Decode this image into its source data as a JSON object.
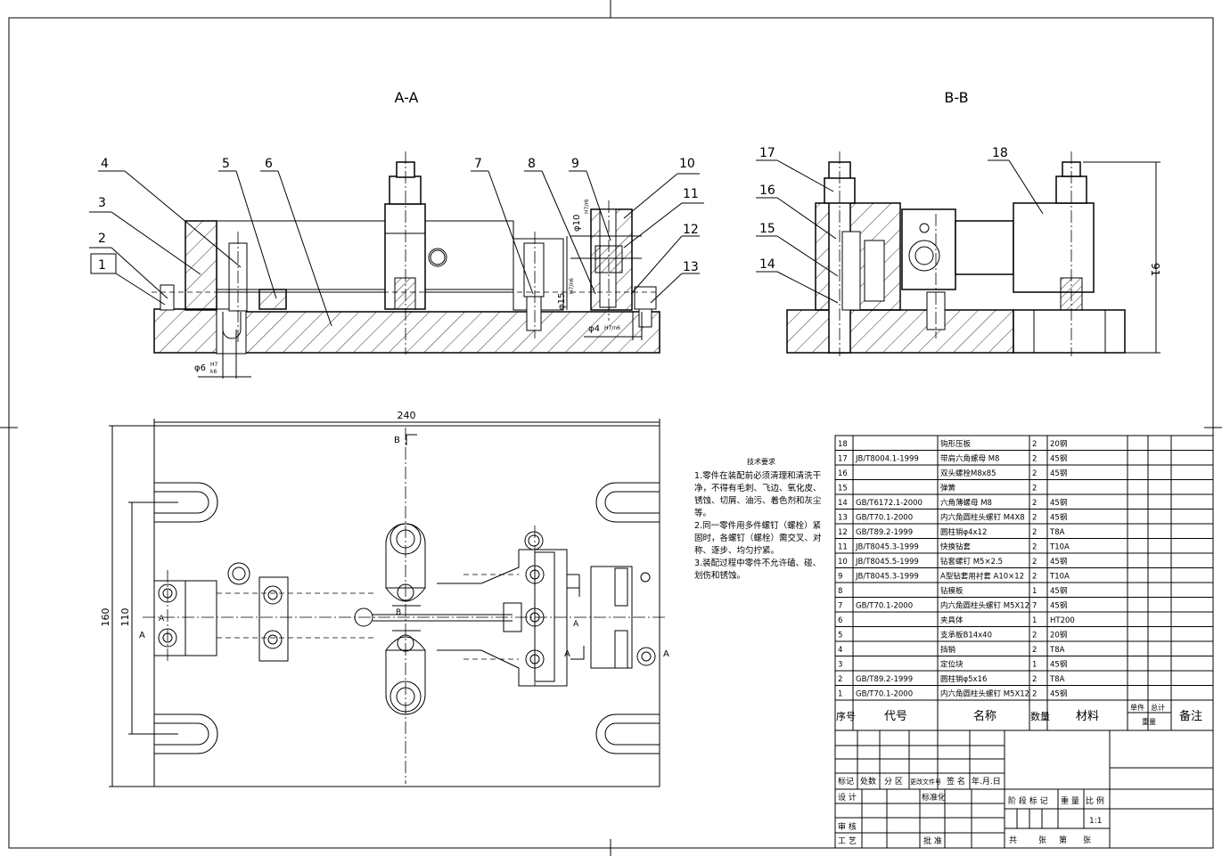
{
  "views": {
    "section_aa": "A-A",
    "section_bb": "B-B"
  },
  "callouts_aa": [
    "4",
    "5",
    "6",
    "7",
    "8",
    "9",
    "10",
    "11",
    "2",
    "3",
    "1",
    "12",
    "13"
  ],
  "callouts_bb": [
    "17",
    "16",
    "15",
    "14",
    "18"
  ],
  "dimensions": {
    "width_240": "240",
    "height_160": "160",
    "height_110": "110",
    "height_91": "91",
    "phi6": "φ6",
    "phi6_fit_top": "H7",
    "phi6_fit_bot": "k6",
    "phi10": "φ10",
    "phi10_fit": "H7/r6",
    "phi15": "φ15",
    "phi15_fit": "H7/n6",
    "phi4": "φ4",
    "phi4_fit": "H7/n6"
  },
  "section_marks": {
    "b_top": "B",
    "b_mid": "B",
    "a_left": "A",
    "a_left2": "A",
    "a_mid": "A",
    "a_mid2": "A",
    "a_right": "A"
  },
  "tech_requirements": {
    "title": "技术要求",
    "items": [
      "1.零件在装配前必须清理和清洗干净，不得有毛刺、飞边、氧化皮、锈蚀、切屑、油污、着色剂和灰尘等。",
      "2.同一零件用多件螺钉（螺栓）紧固时，各螺钉（螺栓）需交叉、对称、逐步、均匀拧紧。",
      "3.装配过程中零件不允许磕、碰、划伤和锈蚀。"
    ]
  },
  "bom": [
    {
      "no": "18",
      "code": "",
      "name": "钩形压板",
      "qty": "2",
      "mat": "20钢"
    },
    {
      "no": "17",
      "code": "JB/T8004.1-1999",
      "name": "带肩六角螺母 M8",
      "qty": "2",
      "mat": "45钢"
    },
    {
      "no": "16",
      "code": "",
      "name": "双头螺栓M8x85",
      "qty": "2",
      "mat": "45钢"
    },
    {
      "no": "15",
      "code": "",
      "name": "弹簧",
      "qty": "2",
      "mat": ""
    },
    {
      "no": "14",
      "code": "GB/T6172.1-2000",
      "name": "六角薄螺母 M8",
      "qty": "2",
      "mat": "45钢"
    },
    {
      "no": "13",
      "code": "GB/T70.1-2000",
      "name": "内六角圆柱头螺钉 M4X8",
      "qty": "2",
      "mat": "45钢"
    },
    {
      "no": "12",
      "code": "GB/T89.2-1999",
      "name": "圆柱销φ4x12",
      "qty": "2",
      "mat": "T8A"
    },
    {
      "no": "11",
      "code": "JB/T8045.3-1999",
      "name": "快换钻套",
      "qty": "2",
      "mat": "T10A"
    },
    {
      "no": "10",
      "code": "JB/T8045.5-1999",
      "name": "钻套螺钉 M5×2.5",
      "qty": "2",
      "mat": "45钢"
    },
    {
      "no": "9",
      "code": "JB/T8045.3-1999",
      "name": "A型钻套用衬套 A10×12",
      "qty": "2",
      "mat": "T10A"
    },
    {
      "no": "8",
      "code": "",
      "name": "钻模板",
      "qty": "1",
      "mat": "45钢"
    },
    {
      "no": "7",
      "code": "GB/T70.1-2000",
      "name": "内六角圆柱头螺钉 M5X12",
      "qty": "7",
      "mat": "45钢"
    },
    {
      "no": "6",
      "code": "",
      "name": "夹具体",
      "qty": "1",
      "mat": "HT200"
    },
    {
      "no": "5",
      "code": "",
      "name": "支承板B14x40",
      "qty": "2",
      "mat": "20钢"
    },
    {
      "no": "4",
      "code": "",
      "name": "挡销",
      "qty": "2",
      "mat": "T8A"
    },
    {
      "no": "3",
      "code": "",
      "name": "定位块",
      "qty": "1",
      "mat": "45钢"
    },
    {
      "no": "2",
      "code": "GB/T89.2-1999",
      "name": "圆柱销φ5x16",
      "qty": "2",
      "mat": "T8A"
    },
    {
      "no": "1",
      "code": "GB/T70.1-2000",
      "name": "内六角圆柱头螺钉 M5X12",
      "qty": "2",
      "mat": "45钢"
    }
  ],
  "bom_header": {
    "no": "序号",
    "code": "代号",
    "name": "名称",
    "qty": "数量",
    "mat": "材料",
    "single": "单件",
    "total": "总计",
    "weight": "重量",
    "remark": "备注"
  },
  "title_block": {
    "mark": "标记",
    "count": "处数",
    "zone": "分 区",
    "doc": "更改文件号",
    "sign": "签 名",
    "date": "年.月.日",
    "design": "设 计",
    "std": "标准化",
    "stage": "阶 段 标 记",
    "weight": "重 量",
    "scale": "比 例",
    "scale_val": "1:1",
    "review": "审 核",
    "process": "工 艺",
    "approve": "批 准",
    "total_sheets": "共",
    "sheets_unit": "张",
    "sheet_no": "第",
    "sheet_unit2": "张"
  }
}
